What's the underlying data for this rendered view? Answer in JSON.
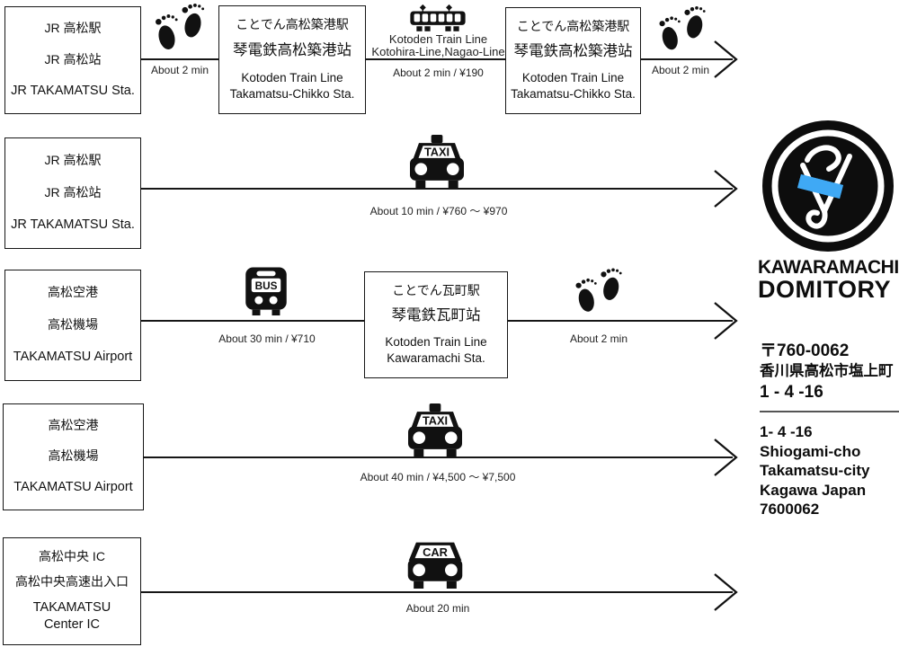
{
  "colors": {
    "ink": "#111111",
    "logo_blue": "#3FA9F5"
  },
  "icons": {
    "taxi_badge": "TAXI",
    "bus_badge": "BUS",
    "car_badge": "CAR",
    "walk": "footprints-icon",
    "train": "train-icon",
    "arrow": "chevron-arrow-icon"
  },
  "routes": {
    "row1": {
      "origin": {
        "l1": "JR 高松駅",
        "l2": "JR 高松站",
        "l3": "JR TAKAMATSU Sta."
      },
      "walk1_label": "About 2 min",
      "station1": {
        "l1": "ことでん高松築港駅",
        "l2": "琴電鉄高松築港站",
        "l3": "Kotoden Train Line",
        "l4": "Takamatsu-Chikko Sta."
      },
      "train_line1": "Kotoden Train Line",
      "train_line2": "Kotohira-Line,Nagao-Line",
      "train_label": "About 2 min / ¥190",
      "station2": {
        "l1": "ことでん高松築港駅",
        "l2": "琴電鉄高松築港站",
        "l3": "Kotoden Train Line",
        "l4": "Takamatsu-Chikko Sta."
      },
      "walk2_label": "About 2 min"
    },
    "row2": {
      "origin": {
        "l1": "JR 高松駅",
        "l2": "JR 高松站",
        "l3": "JR TAKAMATSU Sta."
      },
      "taxi_label": "About 10 min / ¥760 ～ ¥970"
    },
    "row3": {
      "origin": {
        "l1": "高松空港",
        "l2": "高松機場",
        "l3": "TAKAMATSU Airport"
      },
      "bus_label": "About 30 min / ¥710",
      "station": {
        "l1": "ことでん瓦町駅",
        "l2": "琴電鉄瓦町站",
        "l3": "Kotoden Train Line",
        "l4": "Kawaramachi Sta."
      },
      "walk_label": "About 2 min"
    },
    "row4": {
      "origin": {
        "l1": "高松空港",
        "l2": "高松機場",
        "l3": "TAKAMATSU Airport"
      },
      "taxi_label": "About 40 min / ¥4,500 ～ ¥7,500"
    },
    "row5": {
      "origin": {
        "l1": "高松中央 IC",
        "l2": "高松中央高速出入口",
        "l3": "TAKAMATSU",
        "l4": "Center IC"
      },
      "car_label": "About 20 min"
    }
  },
  "destination": {
    "name_line1": "KAWARAMACHI",
    "name_line2": "DOMITORY",
    "postal_jp": "〒760-0062",
    "address_jp1": "香川県高松市塩上町",
    "address_jp2": "1 - 4 -16",
    "address_en1": "1- 4 -16",
    "address_en2": "Shiogami-cho",
    "address_en3": "Takamatsu-city",
    "address_en4": "Kagawa Japan",
    "address_en5": "7600062"
  }
}
